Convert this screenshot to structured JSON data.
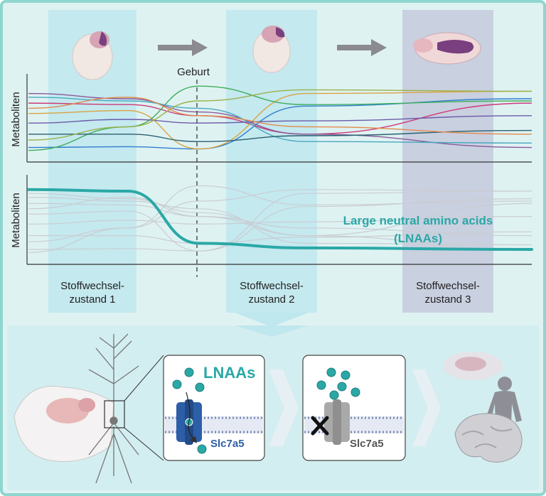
{
  "colors": {
    "frame": "#8fd6cf",
    "background": "#dff2f2",
    "lower_background": "#d3eef0",
    "stage_band": "#bfe7ee",
    "stage3_band": "#c7ccde",
    "lnaa_teal": "#2aa8a6",
    "arrow_grey": "#8a8a90",
    "transporter_blue": "#2d5ea8",
    "transporter_grey": "#a9a9a9"
  },
  "top_chart": {
    "ylabel": "Metaboliten",
    "birth_label": "Geburt"
  },
  "bottom_chart": {
    "ylabel": "Metaboliten",
    "highlight_label_line1": "Large neutral amino acids",
    "highlight_label_line2": "(LNAAs)"
  },
  "stages": [
    {
      "line1": "Stoffwechsel-",
      "line2": "zustand 1"
    },
    {
      "line1": "Stoffwechsel-",
      "line2": "zustand 2"
    },
    {
      "line1": "Stoffwechsel-",
      "line2": "zustand 3"
    }
  ],
  "panel1": {
    "title": "LNAAs",
    "transporter_label": "Slc7a5"
  },
  "panel2": {
    "transporter_label": "Slc7a5"
  },
  "icons": {
    "embryo_1": "embryo-icon",
    "embryo_2": "newborn-mouse-icon",
    "embryo_3": "adult-mouse-brain-icon",
    "mouse": "mouse-head-icon",
    "neuron": "neuron-icon",
    "blocked": "x-mark-icon",
    "human": "human-silhouette-icon",
    "brain": "human-brain-icon"
  },
  "chart_data": [
    {
      "type": "line",
      "ylabel": "Metaboliten",
      "annotation": "Geburt",
      "x_stages": [
        "Stoffwechsel- zustand 1",
        "Stoffwechsel- zustand 2",
        "Stoffwechsel- zustand 3"
      ],
      "series": [
        {
          "color": "#2f7fd0",
          "values": [
            0.12,
            0.13,
            0.1,
            0.68,
            0.78
          ]
        },
        {
          "color": "#cc3b7a",
          "values": [
            0.72,
            0.7,
            0.55,
            0.3,
            0.72
          ]
        },
        {
          "color": "#d9a441",
          "values": [
            0.58,
            0.62,
            0.1,
            0.85,
            0.88
          ]
        },
        {
          "color": "#3fae5a",
          "values": [
            0.08,
            0.4,
            0.95,
            0.7,
            0.75
          ]
        },
        {
          "color": "#6a5ba8",
          "values": [
            0.45,
            0.5,
            0.45,
            0.48,
            0.55
          ]
        },
        {
          "color": "#8a5a9a",
          "values": [
            0.85,
            0.78,
            0.6,
            0.3,
            0.12
          ]
        },
        {
          "color": "#4aa8c0",
          "values": [
            0.8,
            0.75,
            0.65,
            0.2,
            0.18
          ]
        },
        {
          "color": "#2b6070",
          "values": [
            0.3,
            0.3,
            0.2,
            0.28,
            0.35
          ]
        },
        {
          "color": "#9ab24a",
          "values": [
            0.22,
            0.4,
            0.75,
            0.9,
            0.88
          ]
        },
        {
          "color": "#e28a4a",
          "values": [
            0.65,
            0.8,
            0.55,
            0.4,
            0.3
          ]
        }
      ]
    },
    {
      "type": "line",
      "ylabel": "Metaboliten",
      "highlighted_series": "Large neutral amino acids (LNAAs)",
      "series": [
        {
          "name": "Large neutral amino acids (LNAAs)",
          "color": "#2aa8a6",
          "values": [
            0.9,
            0.88,
            0.2,
            0.14,
            0.12
          ]
        }
      ]
    }
  ]
}
